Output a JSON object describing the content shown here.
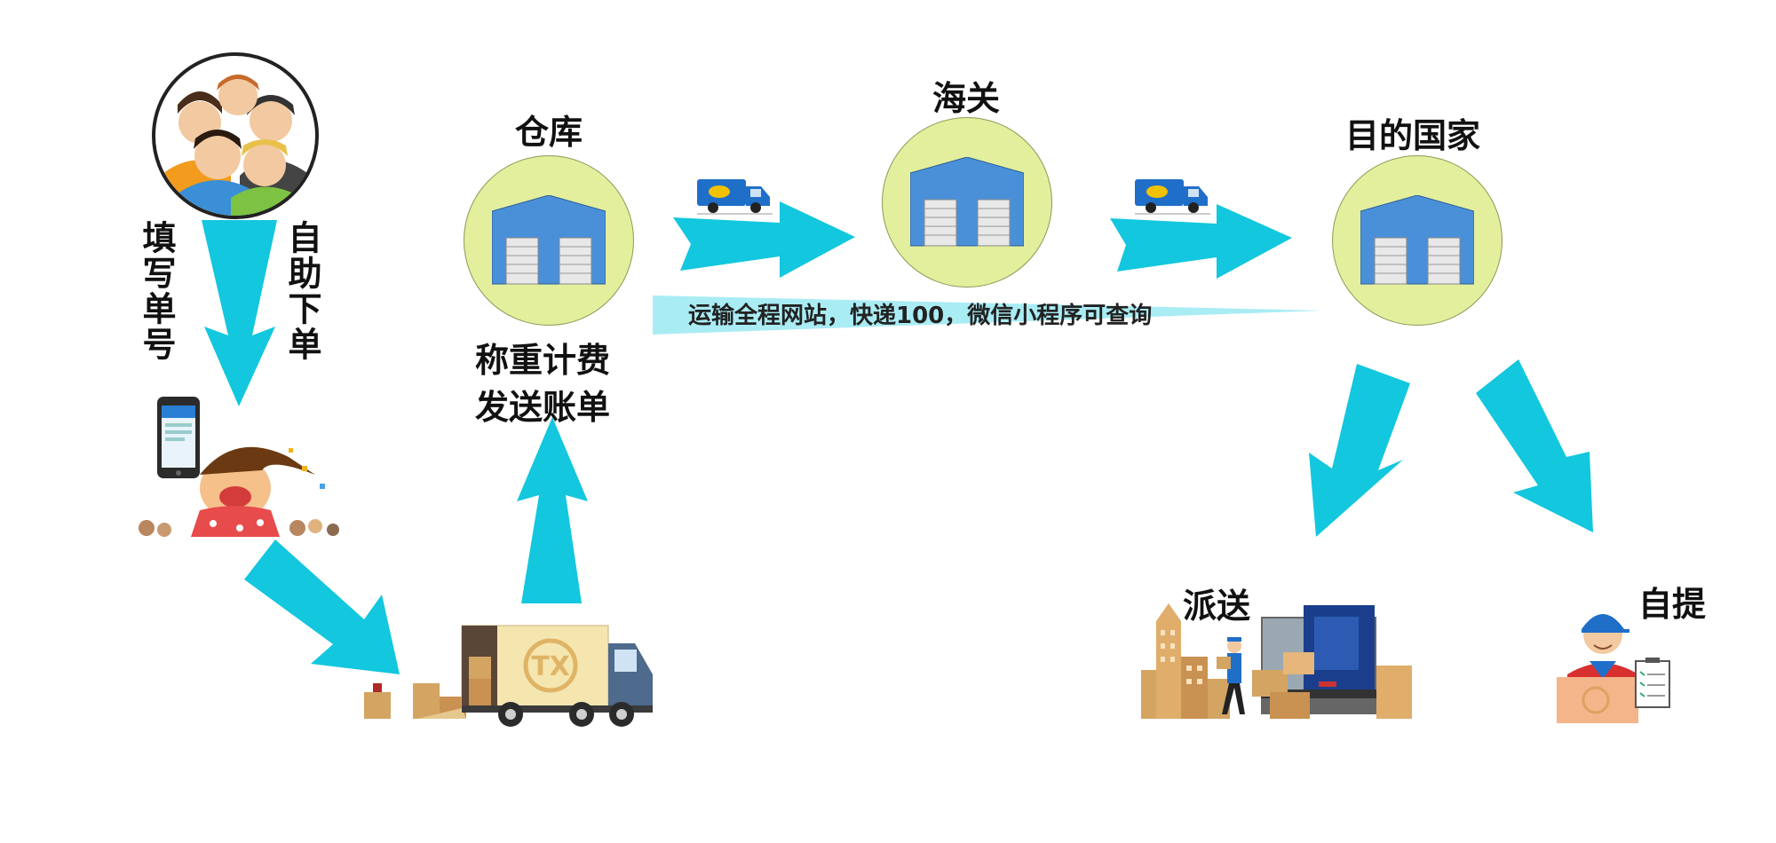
{
  "labels": {
    "warehouse": "仓库",
    "customs": "海关",
    "destination": "目的国家",
    "weigh_line1": "称重计费",
    "weigh_line2": "发送账单",
    "fill_order": "填写单号",
    "self_order": "自助下单",
    "delivery": "派送",
    "pickup": "自提"
  },
  "banner": {
    "text": "运输全程网站，快递100，微信小程序可查询"
  },
  "truck_logo": "TX",
  "colors": {
    "arrow": "#12c7de",
    "banner": "#a9ecf4",
    "circle": "#e3ef9d",
    "building": "#4a90d9"
  },
  "icons": [
    "people-icon",
    "phone-icon",
    "warehouse-icon",
    "van-icon",
    "truck-icon",
    "city-delivery-icon",
    "courier-icon"
  ]
}
